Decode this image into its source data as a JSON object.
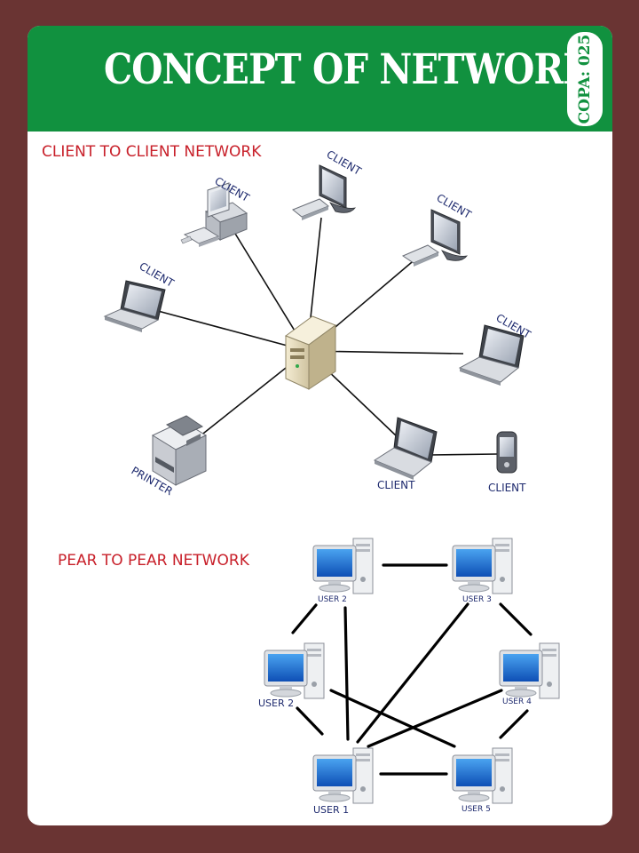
{
  "header": {
    "title": "CONCEPT OF NETWORK",
    "badge": "COPA: 025"
  },
  "diagram1": {
    "heading": "CLIENT TO CLIENT NETWORK",
    "labels": {
      "client_desktop": "CLIENT",
      "client_monitor_top": "CLIENT",
      "client_monitor_right": "CLIENT",
      "client_laptop_left": "CLIENT",
      "client_laptop_right": "CLIENT",
      "printer": "PRINTER",
      "client_laptop_bottom": "CLIENT",
      "client_phone": "CLIENT"
    }
  },
  "diagram2": {
    "heading": "PEAR TO PEAR NETWORK",
    "labels": {
      "user_top_left": "USER 2",
      "user_top_right": "USER 3",
      "user_mid_left": "USER 2",
      "user_mid_right": "USER 4",
      "user_bottom_left": "USER 1",
      "user_bottom_right": "USER 5"
    }
  },
  "colors": {
    "background": "#6a3433",
    "header": "#11913f",
    "heading_red": "#c8202a",
    "label_navy": "#1e2a6e",
    "screen_blue": "#1f6fd0"
  }
}
